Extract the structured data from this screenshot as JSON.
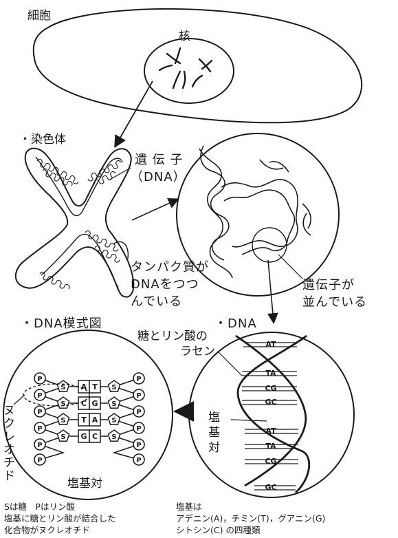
{
  "labels": {
    "cell": "細胞",
    "nucleus": "核",
    "chromosome": "・染色体",
    "gene_dna": [
      "遺 伝 子",
      "（DNA）"
    ],
    "protein": [
      "タンパク質が",
      "DNAをつつ",
      "んでいる"
    ],
    "genes_lined": [
      "遺伝子が",
      "並んでいる"
    ],
    "dna_model": "・DNA模式図",
    "dna": "・DNA",
    "spiral": [
      "糖とリン酸の",
      "ラセン"
    ],
    "base_pair_right": [
      "塩",
      "基",
      "対"
    ],
    "base_pair_left": "塩基対",
    "nucleotide": "ヌクレオチド"
  },
  "model": {
    "phosphate": "P",
    "sugar": "S",
    "pairs": [
      {
        "left": "A",
        "right": "T"
      },
      {
        "left": "C",
        "right": "G"
      },
      {
        "left": "T",
        "right": "A"
      },
      {
        "left": "G",
        "right": "C"
      }
    ]
  },
  "helix_pairs": [
    "AT",
    "TA",
    "CG",
    "GC",
    "AT",
    "TA",
    "CG",
    "GC"
  ],
  "captions": {
    "left": [
      "Sは糖　Pはリン酸",
      "塩基に糖とリン酸が結合した",
      "化合物がヌクレオチド"
    ],
    "right": [
      "塩基は",
      "アデニン(A)，チミン(T)，グアニン(G)",
      "シトシン(C) の四種類"
    ]
  }
}
